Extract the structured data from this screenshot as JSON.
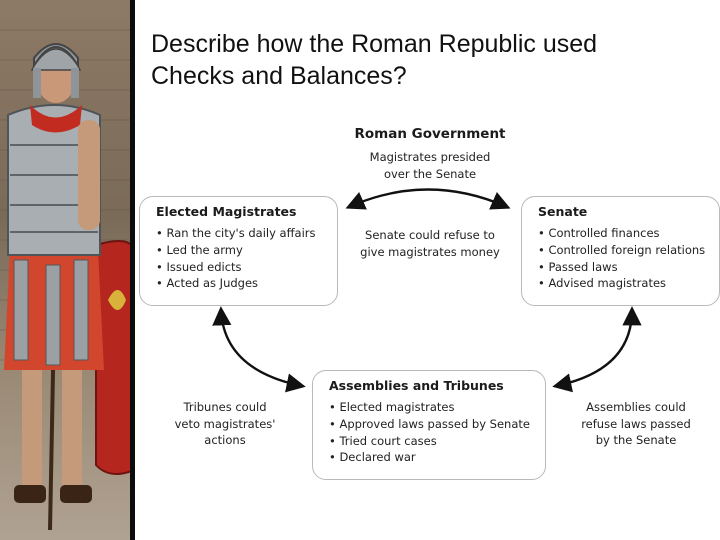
{
  "slide": {
    "title_line1": "Describe how the Roman Republic used",
    "title_line2": "Checks and Balances?"
  },
  "diagram": {
    "heading": "Roman Government",
    "boxes": {
      "magistrates": {
        "title": "Elected Magistrates",
        "items": [
          "Ran the city's daily affairs",
          "Led the army",
          "Issued edicts",
          "Acted as Judges"
        ]
      },
      "senate": {
        "title": "Senate",
        "items": [
          "Controlled finances",
          "Controlled foreign relations",
          "Passed laws",
          "Advised magistrates"
        ]
      },
      "assemblies": {
        "title": "Assemblies and Tribunes",
        "items": [
          "Elected magistrates",
          "Approved laws passed by Senate",
          "Tried court cases",
          "Declared war"
        ]
      }
    },
    "captions": {
      "top_line1": "Magistrates presided",
      "top_line2": "over the Senate",
      "middle_line1": "Senate could refuse to",
      "middle_line2": "give magistrates money",
      "left_line1": "Tribunes could",
      "left_line2": "veto magistrates'",
      "left_line3": "actions",
      "right_line1": "Assemblies could",
      "right_line2": "refuse laws passed",
      "right_line3": "by the Senate"
    }
  },
  "colors": {
    "arrow": "#111111",
    "box_border": "#b9b9b9"
  }
}
